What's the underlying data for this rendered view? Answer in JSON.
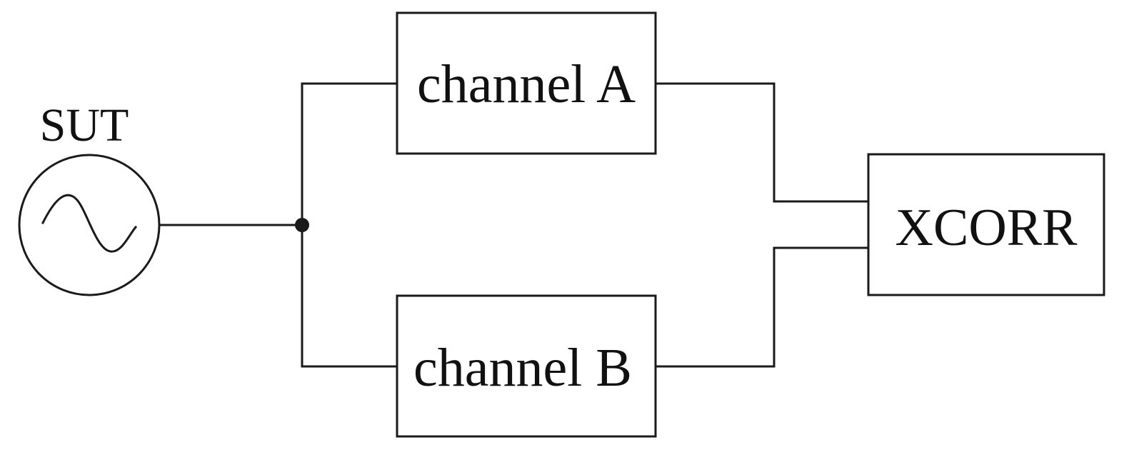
{
  "diagram": {
    "source": {
      "label": "SUT",
      "symbol": "sine-wave-icon"
    },
    "blocks": {
      "channel_a": "channel A",
      "channel_b": "channel B",
      "xcorr": "XCORR"
    },
    "colors": {
      "line": "#1a1a1a",
      "text": "#111111",
      "background": "#ffffff"
    }
  }
}
